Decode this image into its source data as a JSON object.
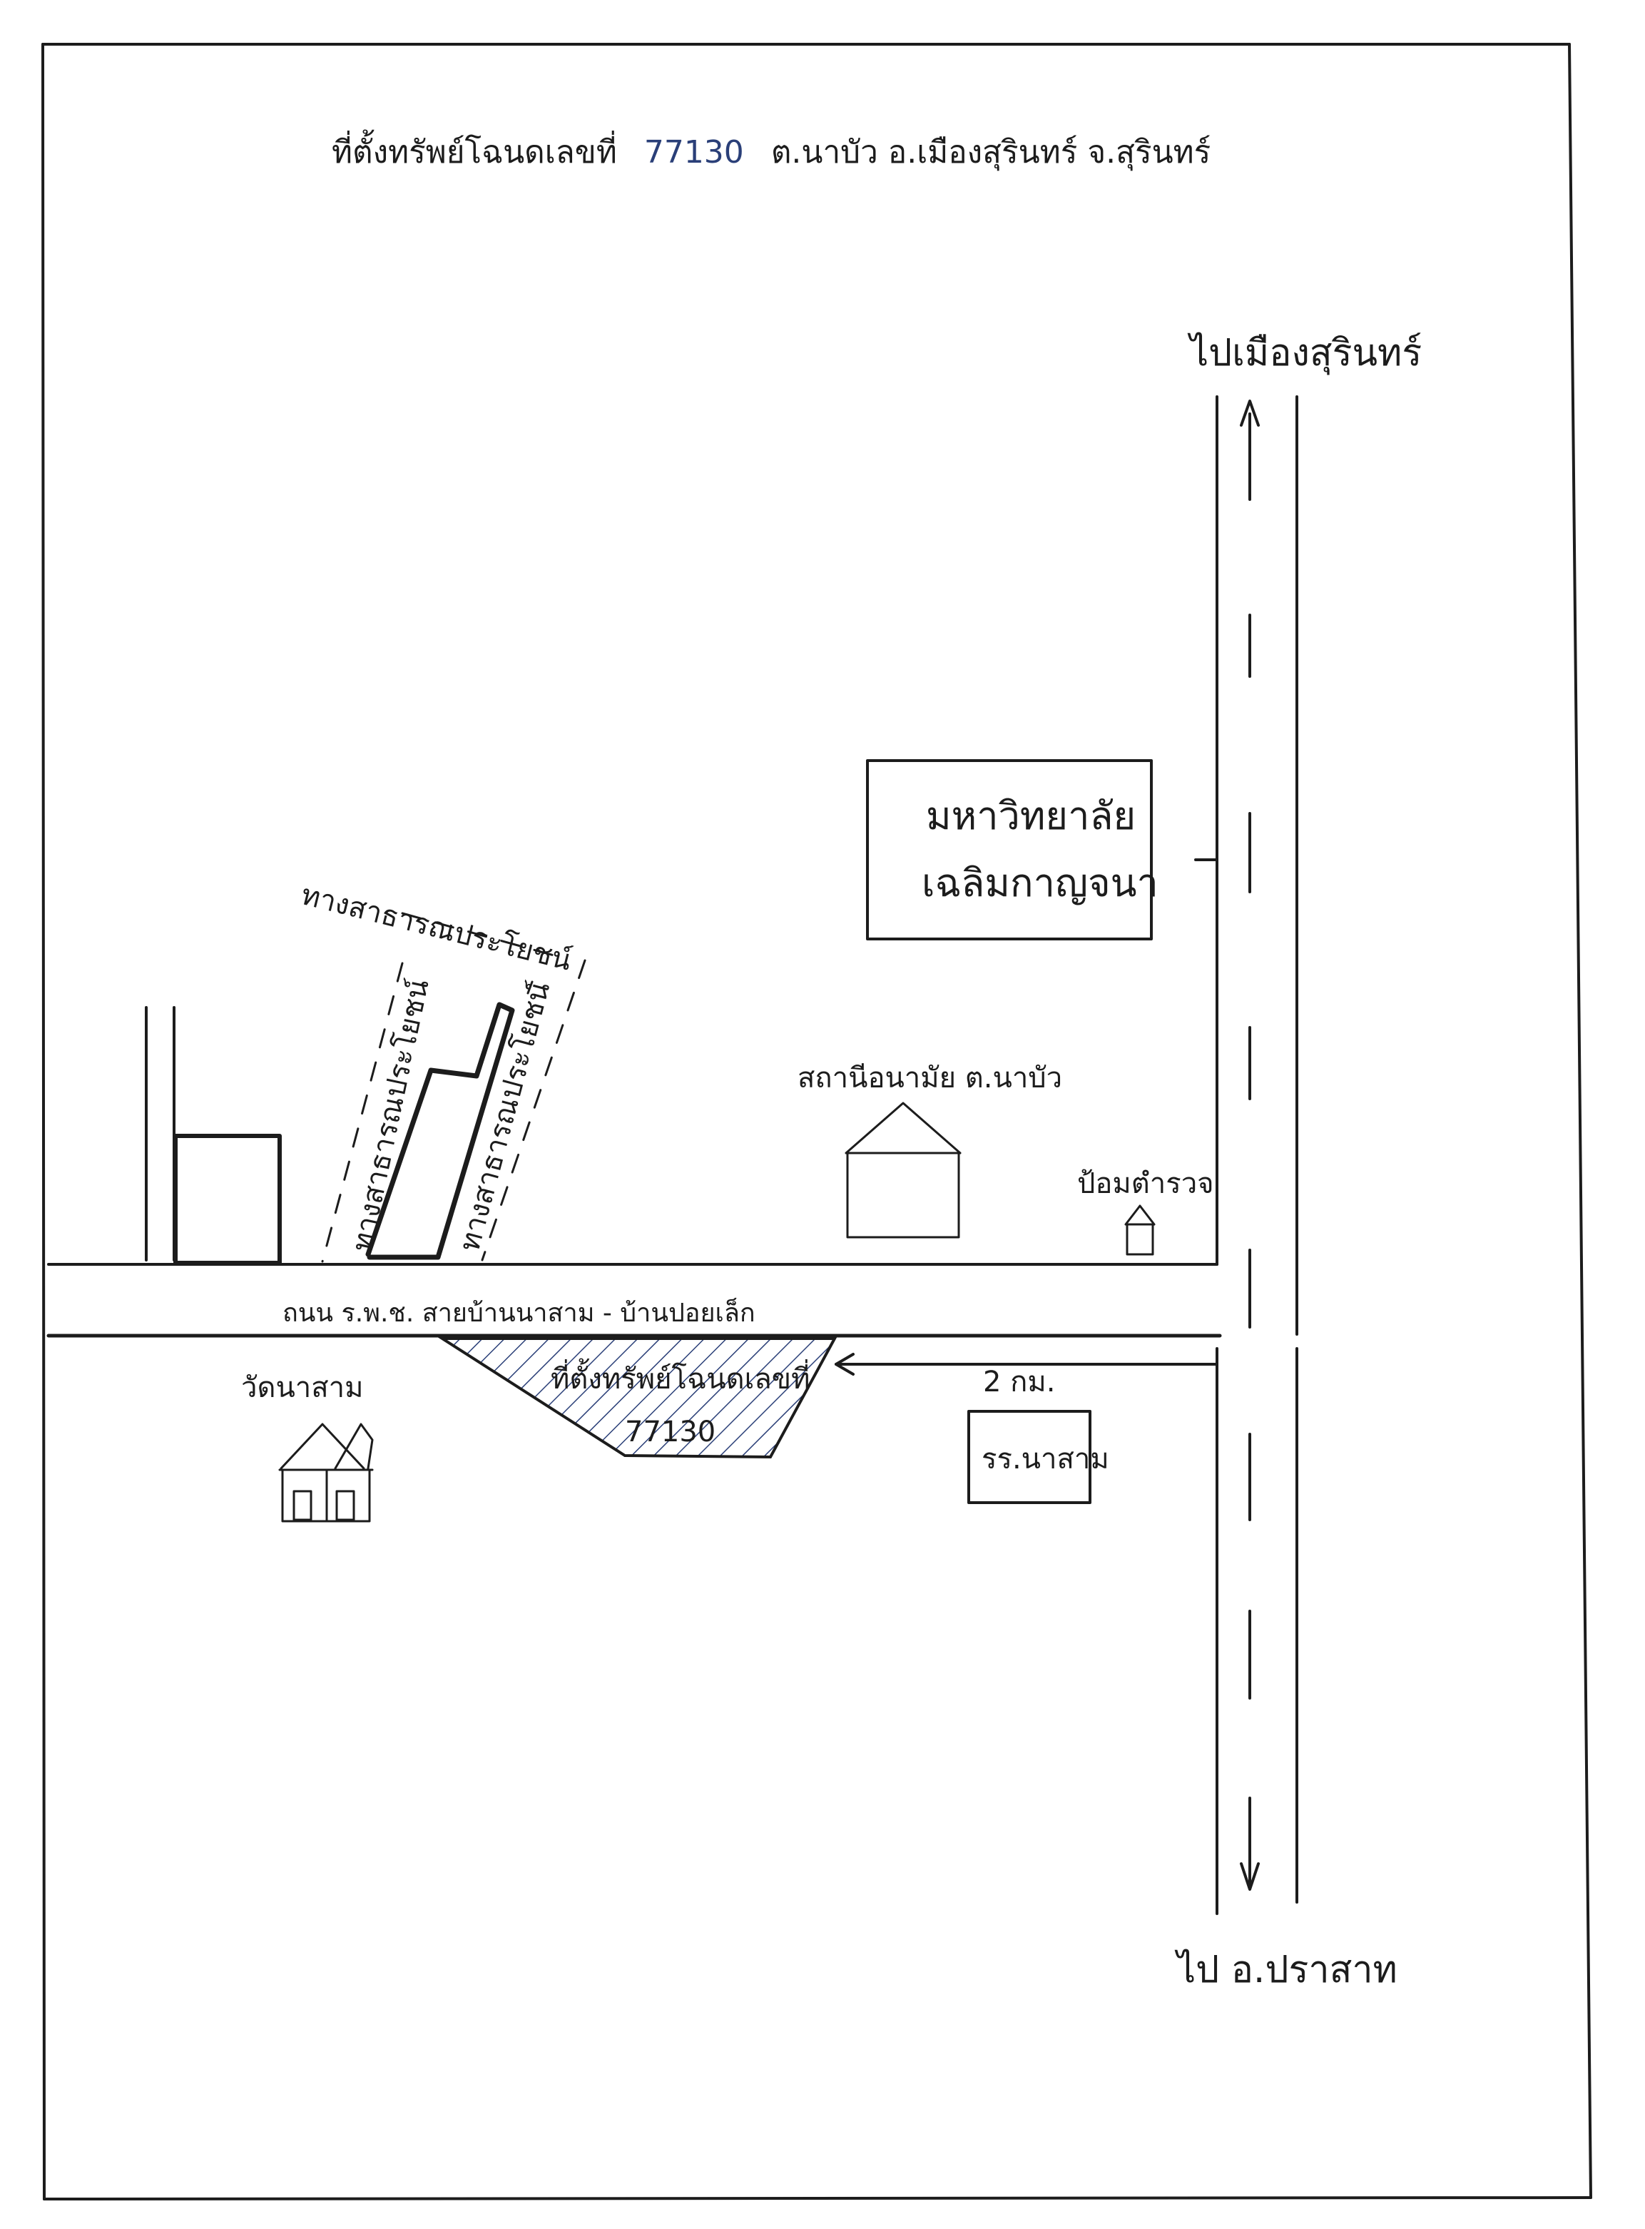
{
  "map": {
    "title": {
      "prefix": "ที่ตั้งทรัพย์โฉนดเลขที่",
      "deed_number": "77130",
      "location": "ต.นาบัว อ.เมืองสุรินทร์ จ.สุรินทร์"
    },
    "directions": {
      "north": "ไปเมืองสุรินทร์",
      "south": "ไป อ.ปราสาท"
    },
    "landmarks": {
      "university_line1": "มหาวิทยาลัย",
      "university_line2": "เฉลิมกาญจนา",
      "health_station": "สถานีอนามัย ต.นาบัว",
      "police_box": "ป้อมตำรวจ",
      "temple": "วัดนาสาม",
      "school": "รร.นาสาม"
    },
    "public_paths": {
      "top": "ทางสาธารณประโยชน์",
      "left": "ทางสาธารณประโยชน์",
      "right": "ทางสาธารณประโยชน์"
    },
    "road_label": "ถนน ร.พ.ช. สายบ้านนาสาม - บ้านปอยเล็ก",
    "plot": {
      "label": "ที่ตั้งทรัพย์โฉนดเลขที่",
      "number": "77130"
    },
    "distance": "2 กม."
  }
}
